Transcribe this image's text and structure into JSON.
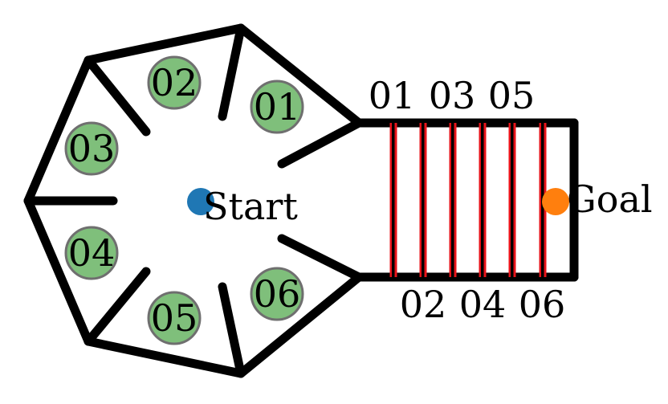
{
  "colors": {
    "wall": "#000000",
    "room_fill": "#7fbf7b",
    "room_stroke": "#6f6f6f",
    "gate": "#e8131a",
    "start": "#1f77b4",
    "goal": "#ff7f0e"
  },
  "rooms": [
    {
      "label": "01"
    },
    {
      "label": "02"
    },
    {
      "label": "03"
    },
    {
      "label": "04"
    },
    {
      "label": "05"
    },
    {
      "label": "06"
    }
  ],
  "gates_top": [
    {
      "label": "01"
    },
    {
      "label": "03"
    },
    {
      "label": "05"
    }
  ],
  "gates_bottom": [
    {
      "label": "02"
    },
    {
      "label": "04"
    },
    {
      "label": "06"
    }
  ],
  "markers": {
    "start": {
      "label": "Start"
    },
    "goal": {
      "label": "Goal"
    }
  }
}
